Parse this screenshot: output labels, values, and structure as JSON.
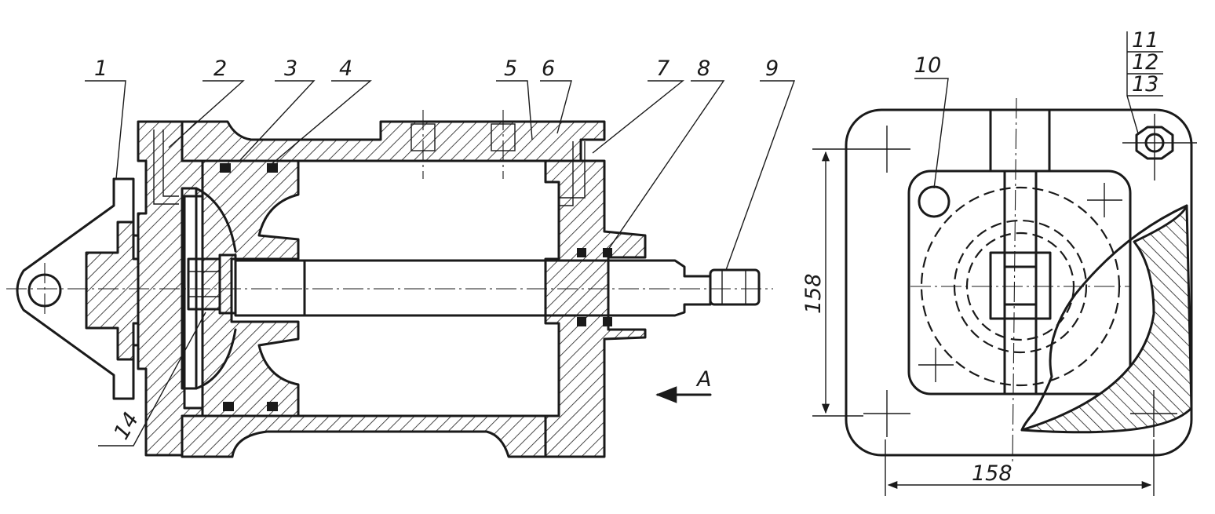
{
  "drawing": {
    "part_labels": [
      {
        "id": "1",
        "text": "1"
      },
      {
        "id": "2",
        "text": "2"
      },
      {
        "id": "3",
        "text": "3"
      },
      {
        "id": "4",
        "text": "4"
      },
      {
        "id": "5",
        "text": "5"
      },
      {
        "id": "6",
        "text": "6"
      },
      {
        "id": "7",
        "text": "7"
      },
      {
        "id": "8",
        "text": "8"
      },
      {
        "id": "9",
        "text": "9"
      },
      {
        "id": "10",
        "text": "10"
      },
      {
        "id": "11",
        "text": "11"
      },
      {
        "id": "12",
        "text": "12"
      },
      {
        "id": "13",
        "text": "13"
      },
      {
        "id": "14",
        "text": "14"
      }
    ],
    "view_label": "A",
    "dimensions": {
      "height": "158",
      "width": "158"
    }
  }
}
